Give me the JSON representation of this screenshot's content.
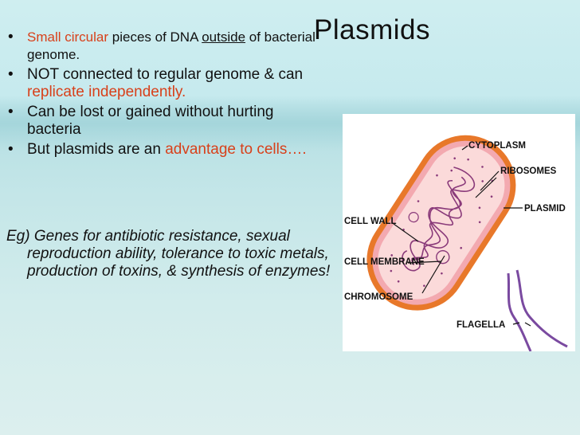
{
  "slide": {
    "title": "Plasmids",
    "bullets": [
      {
        "red_lead": "Small circular",
        "text_a": " pieces of DNA ",
        "underlined": "outside",
        "text_b": " of bacterial genome."
      },
      {
        "text_a": "NOT connected to regular genome & can ",
        "red": "replicate independently."
      },
      {
        "text": "Can be lost or gained without hurting bacteria"
      },
      {
        "text_a": "But plasmids are an ",
        "red": "advantage to cells…."
      }
    ],
    "example": "Eg) Genes for antibiotic resistance, sexual reproduction ability, tolerance to toxic metals, production of toxins, & synthesis of enzymes!"
  },
  "diagram": {
    "labels": {
      "cytoplasm": "CYTOPLASM",
      "ribosomes": "RIBOSOMES",
      "plasmid": "PLASMID",
      "cell_wall": "CELL WALL",
      "cell_membrane": "CELL MEMBRANE",
      "chromosome": "CHROMOSOME",
      "flagella": "FLAGELLA"
    },
    "colors": {
      "cell_wall": "#e8782a",
      "membrane": "#f3a9b0",
      "cytoplasm": "#fbdada",
      "chromosome": "#8a3a7a",
      "flagella": "#7a4aa0",
      "label_lines": "#111111"
    }
  }
}
